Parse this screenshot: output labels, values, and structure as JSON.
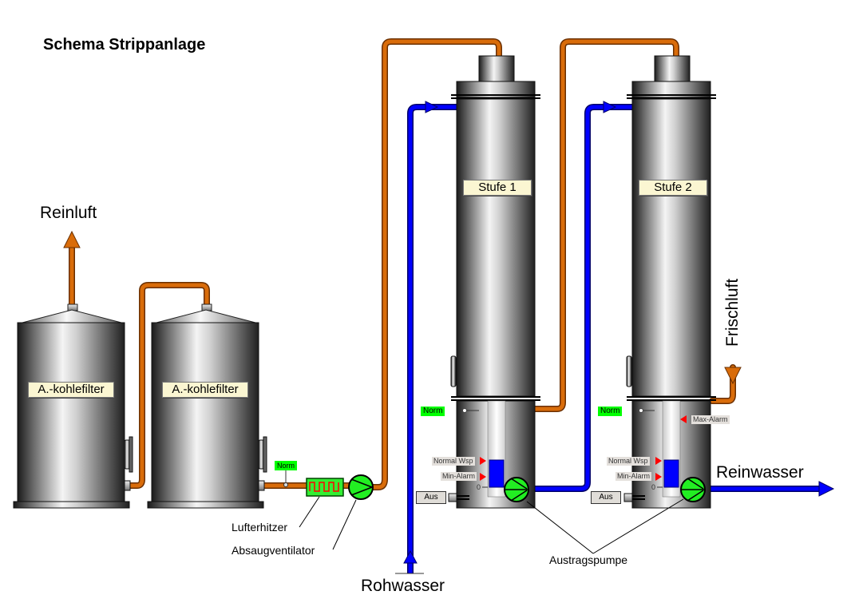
{
  "title": "Schema Strippanlage",
  "labels": {
    "reinluft": "Reinluft",
    "rohwasser": "Rohwasser",
    "reinwasser": "Reinwasser",
    "frischluft": "Frischluft",
    "lufterhitzer": "Lufterhitzer",
    "absaugventilator": "Absaugventilator",
    "austragspumpe": "Austragspumpe"
  },
  "filters": [
    {
      "label": "A.-kohlefilter"
    },
    {
      "label": "A.-kohlefilter"
    }
  ],
  "heater_sensor": {
    "status": "Norm"
  },
  "columns": [
    {
      "label": "Stufe 1",
      "sensor_status": "Norm",
      "level_markers": {
        "normal": "Normal Wsp",
        "min": "Min-Alarm",
        "zero": "0"
      },
      "level_fraction": 0.34,
      "pump_button": "Aus"
    },
    {
      "label": "Stufe 2",
      "sensor_status": "Norm",
      "level_markers": {
        "max": "Max-Alarm",
        "normal": "Normal Wsp",
        "min": "Min-Alarm",
        "zero": "0"
      },
      "level_fraction": 0.34,
      "pump_button": "Aus"
    }
  ],
  "colors": {
    "air_pipe": "#d96c0a",
    "water_pipe": "#0000ff",
    "device_green": "#00ff00",
    "alarm_red": "#ff0000",
    "name_plate": "#fbf6d2"
  }
}
